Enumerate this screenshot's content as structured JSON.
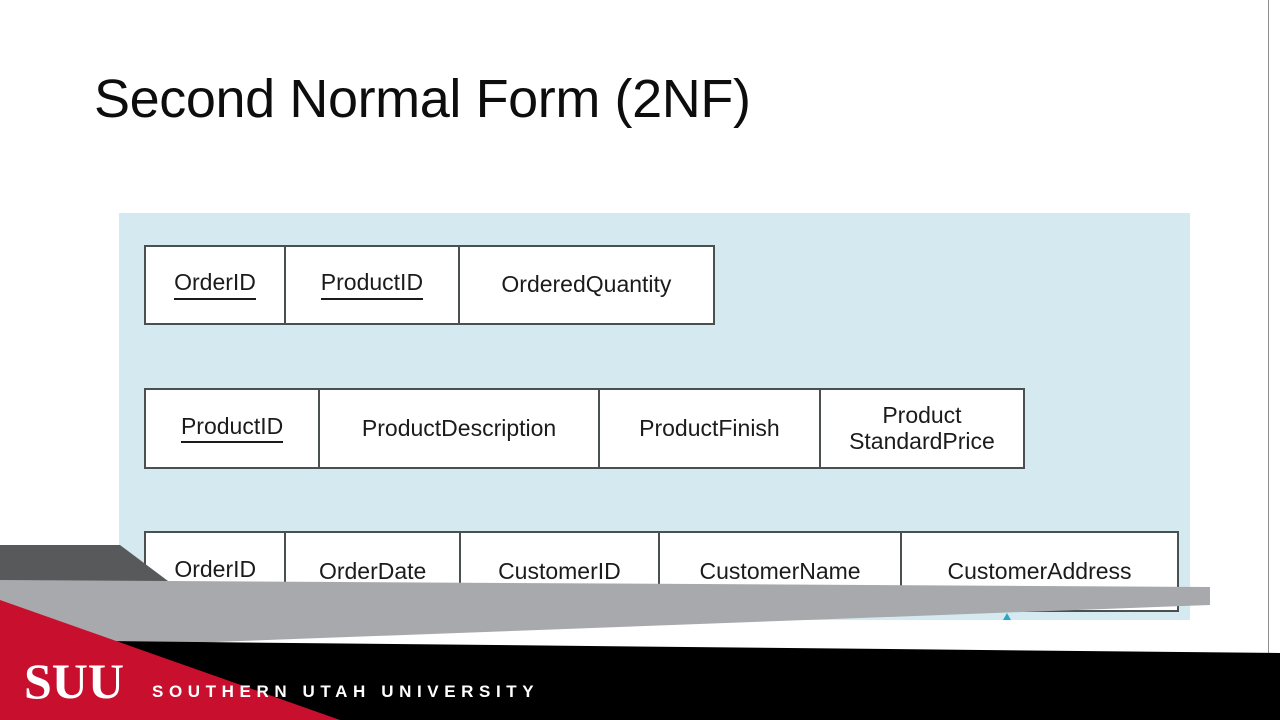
{
  "slide": {
    "title": "Second Normal Form (2NF)",
    "background_color": "#ffffff"
  },
  "diagram": {
    "panel_background": "#d4eaf0",
    "border_color": "#4a4f52",
    "text_color": "#1b1b1b",
    "arrow_color": "#2aa8c4",
    "relations": [
      {
        "name": "order-line-relation",
        "attributes": [
          {
            "label": "OrderID",
            "primary_key": true
          },
          {
            "label": "ProductID",
            "primary_key": true
          },
          {
            "label": "OrderedQuantity",
            "primary_key": false
          }
        ]
      },
      {
        "name": "product-relation",
        "attributes": [
          {
            "label": "ProductID",
            "primary_key": true
          },
          {
            "label": "ProductDescription",
            "primary_key": false
          },
          {
            "label": "ProductFinish",
            "primary_key": false
          },
          {
            "label": "Product\nStandardPrice",
            "primary_key": false
          }
        ]
      },
      {
        "name": "order-relation",
        "attributes": [
          {
            "label": "OrderID",
            "primary_key": true
          },
          {
            "label": "OrderDate",
            "primary_key": false
          },
          {
            "label": "CustomerID",
            "primary_key": false
          },
          {
            "label": "CustomerName",
            "primary_key": false
          },
          {
            "label": "CustomerAddress",
            "primary_key": false
          }
        ]
      }
    ]
  },
  "footer": {
    "logo_text": "SUU",
    "tagline": "SOUTHERN UTAH UNIVERSITY",
    "crimson": "#c8102e",
    "black": "#000000",
    "dark_gray": "#58595b",
    "mid_gray": "#a7a9ac"
  }
}
